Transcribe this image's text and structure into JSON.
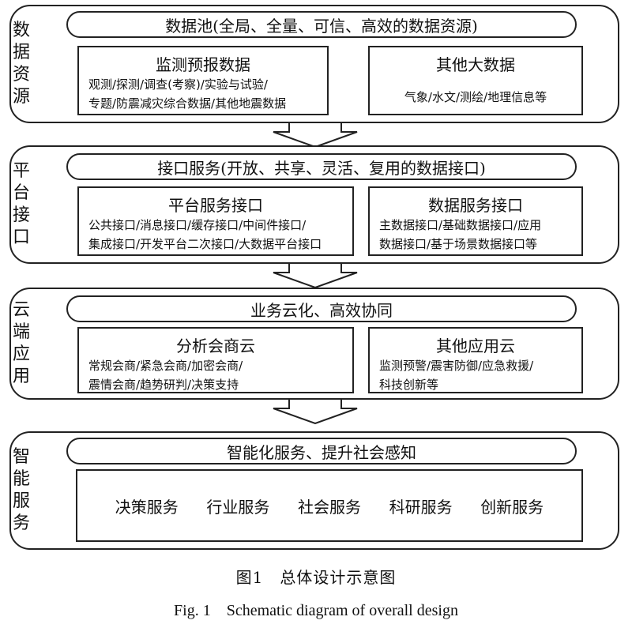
{
  "layers": [
    {
      "side_label": [
        "数",
        "据",
        "资",
        "源"
      ],
      "header": "数据池(全局、全量、可信、高效的数据资源)",
      "left": {
        "title": "监测预报数据",
        "lines": [
          "观测/探测/调查(考察)/实验与试验/",
          "专题/防震减灾综合数据/其他地震数据"
        ]
      },
      "right": {
        "title": "其他大数据",
        "lines": [
          "气象/水文/测绘/地理信息等"
        ]
      }
    },
    {
      "side_label": [
        "平",
        "台",
        "接",
        "口"
      ],
      "header": "接口服务(开放、共享、灵活、复用的数据接口)",
      "left": {
        "title": "平台服务接口",
        "lines": [
          "公共接口/消息接口/缓存接口/中间件接口/",
          "集成接口/开发平台二次接口/大数据平台接口"
        ]
      },
      "right": {
        "title": "数据服务接口",
        "lines": [
          "主数据接口/基础数据接口/应用",
          "数据接口/基于场景数据接口等"
        ]
      }
    },
    {
      "side_label": [
        "云",
        "端",
        "应",
        "用"
      ],
      "header": "业务云化、高效协同",
      "left": {
        "title": "分析会商云",
        "lines": [
          "常规会商/紧急会商/加密会商/",
          "震情会商/趋势研判/决策支持"
        ]
      },
      "right": {
        "title": "其他应用云",
        "lines": [
          "监测预警/震害防御/应急救援/",
          "科技创新等"
        ]
      }
    },
    {
      "side_label": [
        "智",
        "能",
        "服",
        "务"
      ],
      "header": "智能化服务、提升社会感知",
      "services": [
        "决策服务",
        "行业服务",
        "社会服务",
        "科研服务",
        "创新服务"
      ]
    }
  ],
  "caption": {
    "cn": "图1　总体设计示意图",
    "en": "Fig. 1　Schematic diagram of overall design"
  }
}
